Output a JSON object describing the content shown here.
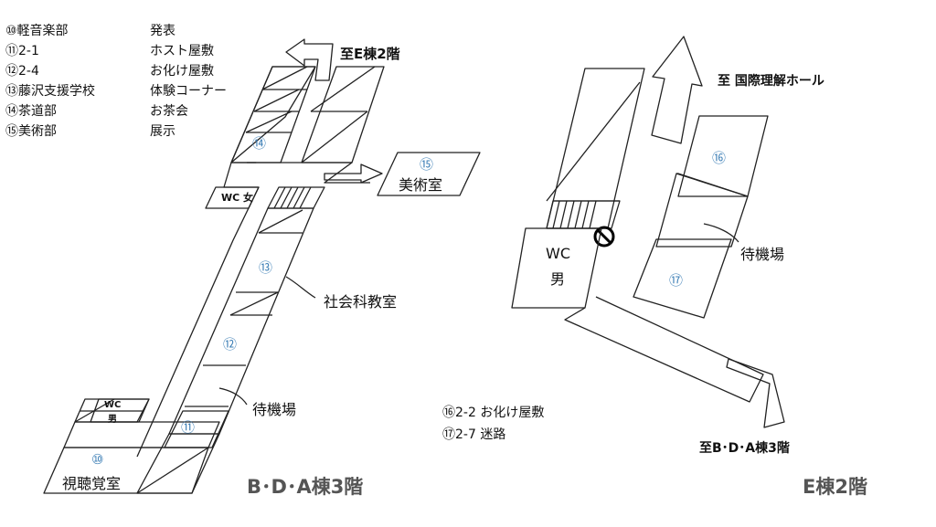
{
  "legend_bda": [
    {
      "name": "⑩軽音楽部",
      "desc": "発表"
    },
    {
      "name": "⑪2-1",
      "desc": "ホスト屋敷"
    },
    {
      "name": "⑫2-4",
      "desc": "お化け屋敷"
    },
    {
      "name": "⑬藤沢支援学校",
      "desc": "体験コーナー"
    },
    {
      "name": "⑭茶道部",
      "desc": "お茶会"
    },
    {
      "name": "⑮美術部",
      "desc": "展示"
    }
  ],
  "legend_e": [
    {
      "text": "⑯2-2 お化け屋敷"
    },
    {
      "text": "⑰2-7 迷路"
    }
  ],
  "bda": {
    "title": "B･D･A棟3階",
    "to_e": "至E棟2階",
    "room_art": "美術室",
    "room_av": "視聴覚室",
    "room_social": "社会科教室",
    "waiting": "待機場",
    "wc_f": "WC 女",
    "wc_m_top": "WC",
    "wc_m_bottom": "男",
    "n10": "⑩",
    "n11": "⑪",
    "n12": "⑫",
    "n13": "⑬",
    "n14": "⑭",
    "n15": "⑮"
  },
  "e": {
    "title": "E棟2階",
    "to_hall": "至 国際理解ホール",
    "to_bda": "至B･D･A棟3階",
    "waiting": "待機場",
    "wc_top": "WC",
    "wc_bottom": "男",
    "n16": "⑯",
    "n17": "⑰"
  }
}
